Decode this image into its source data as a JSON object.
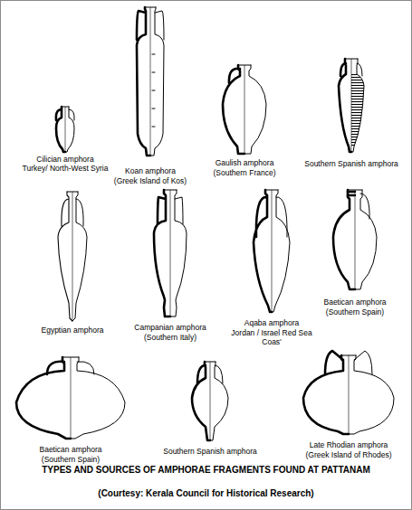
{
  "diagram": {
    "title": "TYPES AND SOURCES OF AMPHORAE FRAGMENTS FOUND AT PATTANAM",
    "caption": "(Courtesy: Kerala Council for Historical Research)",
    "labels": [
      "Cilician amphora",
      "Turkey/ North-West Syria",
      "Koan amphora",
      "(Greek Island of Kos)",
      "Gaulish amphora",
      "(Southern France)",
      "Southern Spanish amphora",
      "Egyptian amphora",
      "Campanian amphora",
      "(Southern Italy)",
      "Aqaba amphora",
      "Jordan / Israel Red Sea Coas'",
      "Baetican amphora",
      "(Southern Spain)",
      "Baetican amphora",
      "(Southern Spain)",
      "Southern Spanish amphora",
      "Late Rhodian amphora",
      "(Greek Island of Rhodes)"
    ]
  }
}
